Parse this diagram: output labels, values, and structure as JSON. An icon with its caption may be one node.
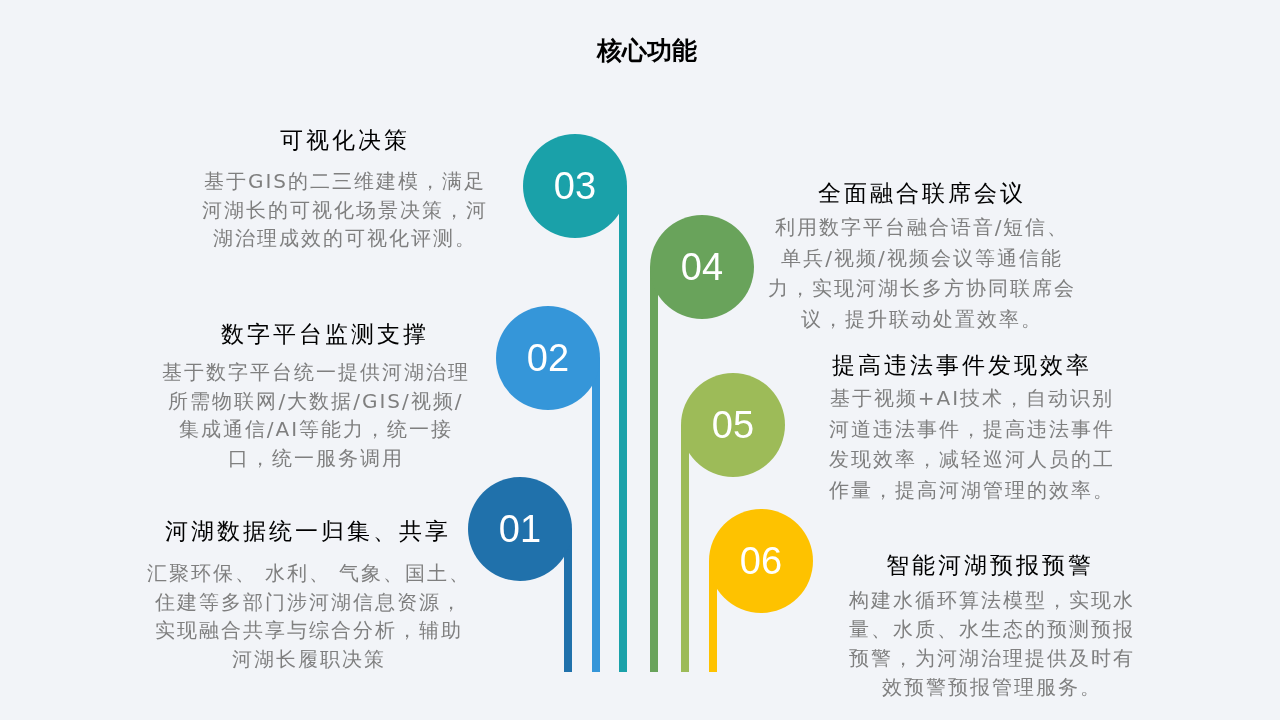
{
  "diagram": {
    "title": "核心功能",
    "nodes": [
      {
        "text": [
          "01"
        ],
        "beside": [
          "河湖数据统一归集、共享",
          "汇聚环保、 水利、 气象、国土、住建等多部门涉河湖信息资源，实现融合共享与综合分析，辅助河湖长履职决策"
        ]
      },
      {
        "text": [
          "02"
        ],
        "beside": [
          "数字平台监测支撑",
          "基于数字平台统一提供河湖治理所需物联网/大数据/GIS/视频/集成通信/AI等能力，统一接口，统一服务调用"
        ]
      },
      {
        "text": [
          "03"
        ],
        "beside": [
          "可视化决策",
          "基于GIS的二三维建模，满足河湖长的可视化场景决策，河湖治理成效的可视化评测。"
        ]
      },
      {
        "text": [
          "04"
        ],
        "beside": [
          "全面融合联席会议",
          "利用数字平台融合语音/短信、单兵/视频/视频会议等通信能力，实现河湖长多方协同联席会议，提升联动处置效率。"
        ]
      },
      {
        "text": [
          "05"
        ],
        "beside": [
          "提高违法事件发现效率",
          "基于视频+AI技术，自动识别河道违法事件，提高违法事件发现效率，减轻巡河人员的工作量，提高河湖管理的效率。"
        ]
      },
      {
        "text": [
          "06"
        ],
        "beside": [
          "智能河湖预报预警",
          "构建水循环算法模型，实现水量、水质、水生态的预测预报预警，为河湖治理提供及时有效预警预报管理服务。"
        ]
      }
    ]
  }
}
